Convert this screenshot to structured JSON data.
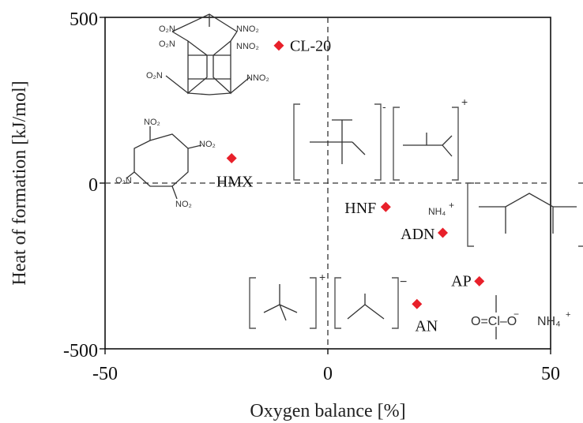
{
  "chart_data": {
    "type": "scatter",
    "xlabel": "Oxygen balance [%]",
    "ylabel": "Heat of formation [kJ/mol]",
    "xlim": [
      -50,
      50
    ],
    "ylim": [
      -500,
      500
    ],
    "xticks": [
      "-50",
      "0",
      "50"
    ],
    "yticks": [
      "500",
      "0",
      "-500"
    ],
    "grid": false,
    "marker_color": "#e8202a",
    "points": [
      {
        "label": "CL-20",
        "x": -11,
        "y": 415
      },
      {
        "label": "HMX",
        "x": -21.6,
        "y": 75
      },
      {
        "label": "HNF",
        "x": 13,
        "y": -72
      },
      {
        "label": "ADN",
        "x": 25.8,
        "y": -150
      },
      {
        "label": "AP",
        "x": 34,
        "y": -296
      },
      {
        "label": "AN",
        "x": 20,
        "y": -365
      }
    ]
  },
  "structures": {
    "cl20": {
      "no2": [
        "O₂N",
        "NNO₂",
        "O₂N",
        "NNO₂",
        "O₂N",
        "NNO₂"
      ]
    },
    "hmx": {
      "no2": [
        "NO₂",
        "NO₂",
        "O₂N",
        "NO₂"
      ]
    },
    "hnf": {
      "anion_charge": "-",
      "cation_charge": "+"
    },
    "adn": {
      "cation": "NH₄",
      "cation_charge": "+"
    },
    "an": {
      "cation_charge": "+",
      "anion_charge": "−"
    },
    "ap": {
      "formula_left": "O=Cl–O",
      "formula_minus": "−",
      "cation": "NH₄",
      "cation_charge": "+"
    }
  }
}
